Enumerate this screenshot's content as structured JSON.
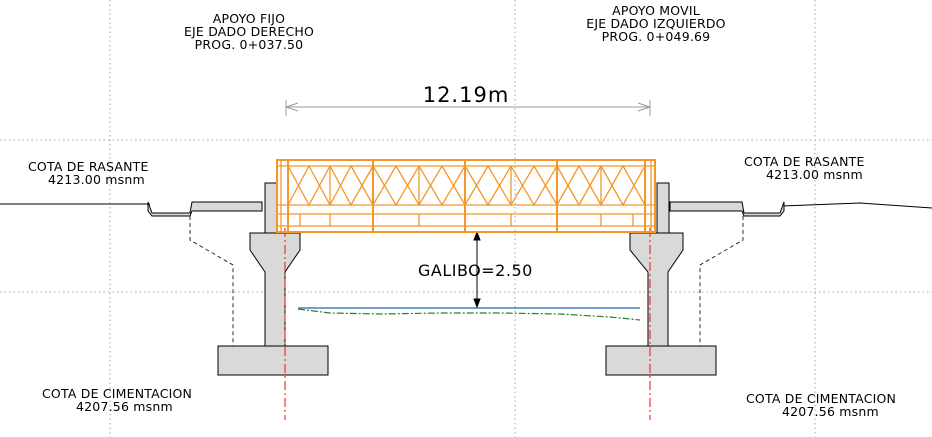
{
  "support_left": {
    "line1": "APOYO FIJO",
    "line2": "EJE DADO DERECHO",
    "line3": "PROG. 0+037.50"
  },
  "support_right": {
    "line1": "APOYO MOVIL",
    "line2": "EJE DADO IZQUIERDO",
    "line3": "PROG. 0+049.69"
  },
  "span_dimension": "12.19m",
  "grade_left": {
    "title": "COTA DE RASANTE",
    "value": "4213.00 msnm"
  },
  "grade_right": {
    "title": "COTA DE RASANTE",
    "value": "4213.00 msnm"
  },
  "clearance": "GALIBO=2.50",
  "foundation_left": {
    "title": "COTA DE CIMENTACION",
    "value": "4207.56 msnm"
  },
  "foundation_right": {
    "title": "COTA DE CIMENTACION",
    "value": "4207.56 msnm"
  },
  "colors": {
    "truss": "#f5962a",
    "concrete_fill": "#d9d9d9",
    "axis_line": "#e53935",
    "water_line": "#4a7fc1",
    "terrain_line": "#2e7d32",
    "grid_line": "#8c8c8c",
    "dimension_line": "#9e9e9e"
  }
}
